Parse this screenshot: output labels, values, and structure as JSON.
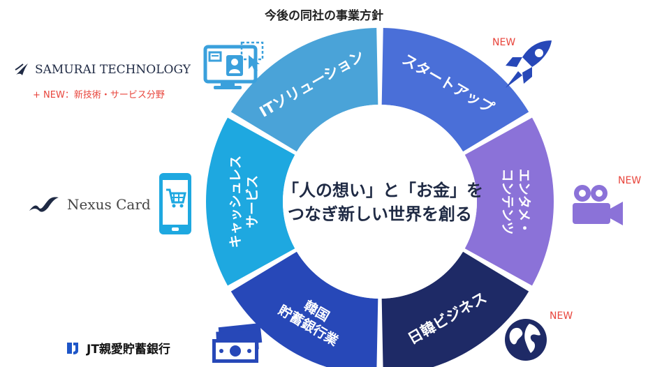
{
  "page": {
    "title": "今後の同社の事業方針"
  },
  "center": {
    "line1": "「人の想い」と「お金」を",
    "line2": "つなぎ新しい世界を創る"
  },
  "segments": [
    {
      "lines": [
        "ITソリューション"
      ],
      "color": "#4aa3d8"
    },
    {
      "lines": [
        "スタートアップ"
      ],
      "color": "#4a6fd8"
    },
    {
      "lines": [
        "エンタメ・",
        "コンテンツ"
      ],
      "color": "#8b72d8"
    },
    {
      "lines": [
        "日韓ビジネス"
      ],
      "color": "#1e2a66"
    },
    {
      "lines": [
        "韓国",
        "貯蓄銀行業"
      ],
      "color": "#2748b8"
    },
    {
      "lines": [
        "キャッシュレス",
        "サービス"
      ],
      "color": "#1ea8e0"
    }
  ],
  "companies": {
    "samurai": {
      "name": "SAMURAI TECHNOLOGY",
      "sub": "+ NEW：新技術・サービス分野"
    },
    "nexus": {
      "name": "Nexus Card"
    },
    "jt": {
      "name": "JT親愛貯蓄銀行"
    }
  },
  "tags": {
    "startup": "NEW",
    "entame": "NEW",
    "nikkan": "NEW"
  },
  "icons": {
    "it": "computer-user-icon",
    "startup": "rocket-icon",
    "entame": "movie-camera-icon",
    "globe": "globe-icon",
    "cashless": "smartphone-cart-icon",
    "bank": "banknotes-icon"
  },
  "colors": {
    "accent_red": "#e8453c",
    "icon_light": "#3aa0dc",
    "icon_dark": "#2748b8",
    "icon_purple": "#8b72d8",
    "icon_navy": "#1e2a66"
  }
}
